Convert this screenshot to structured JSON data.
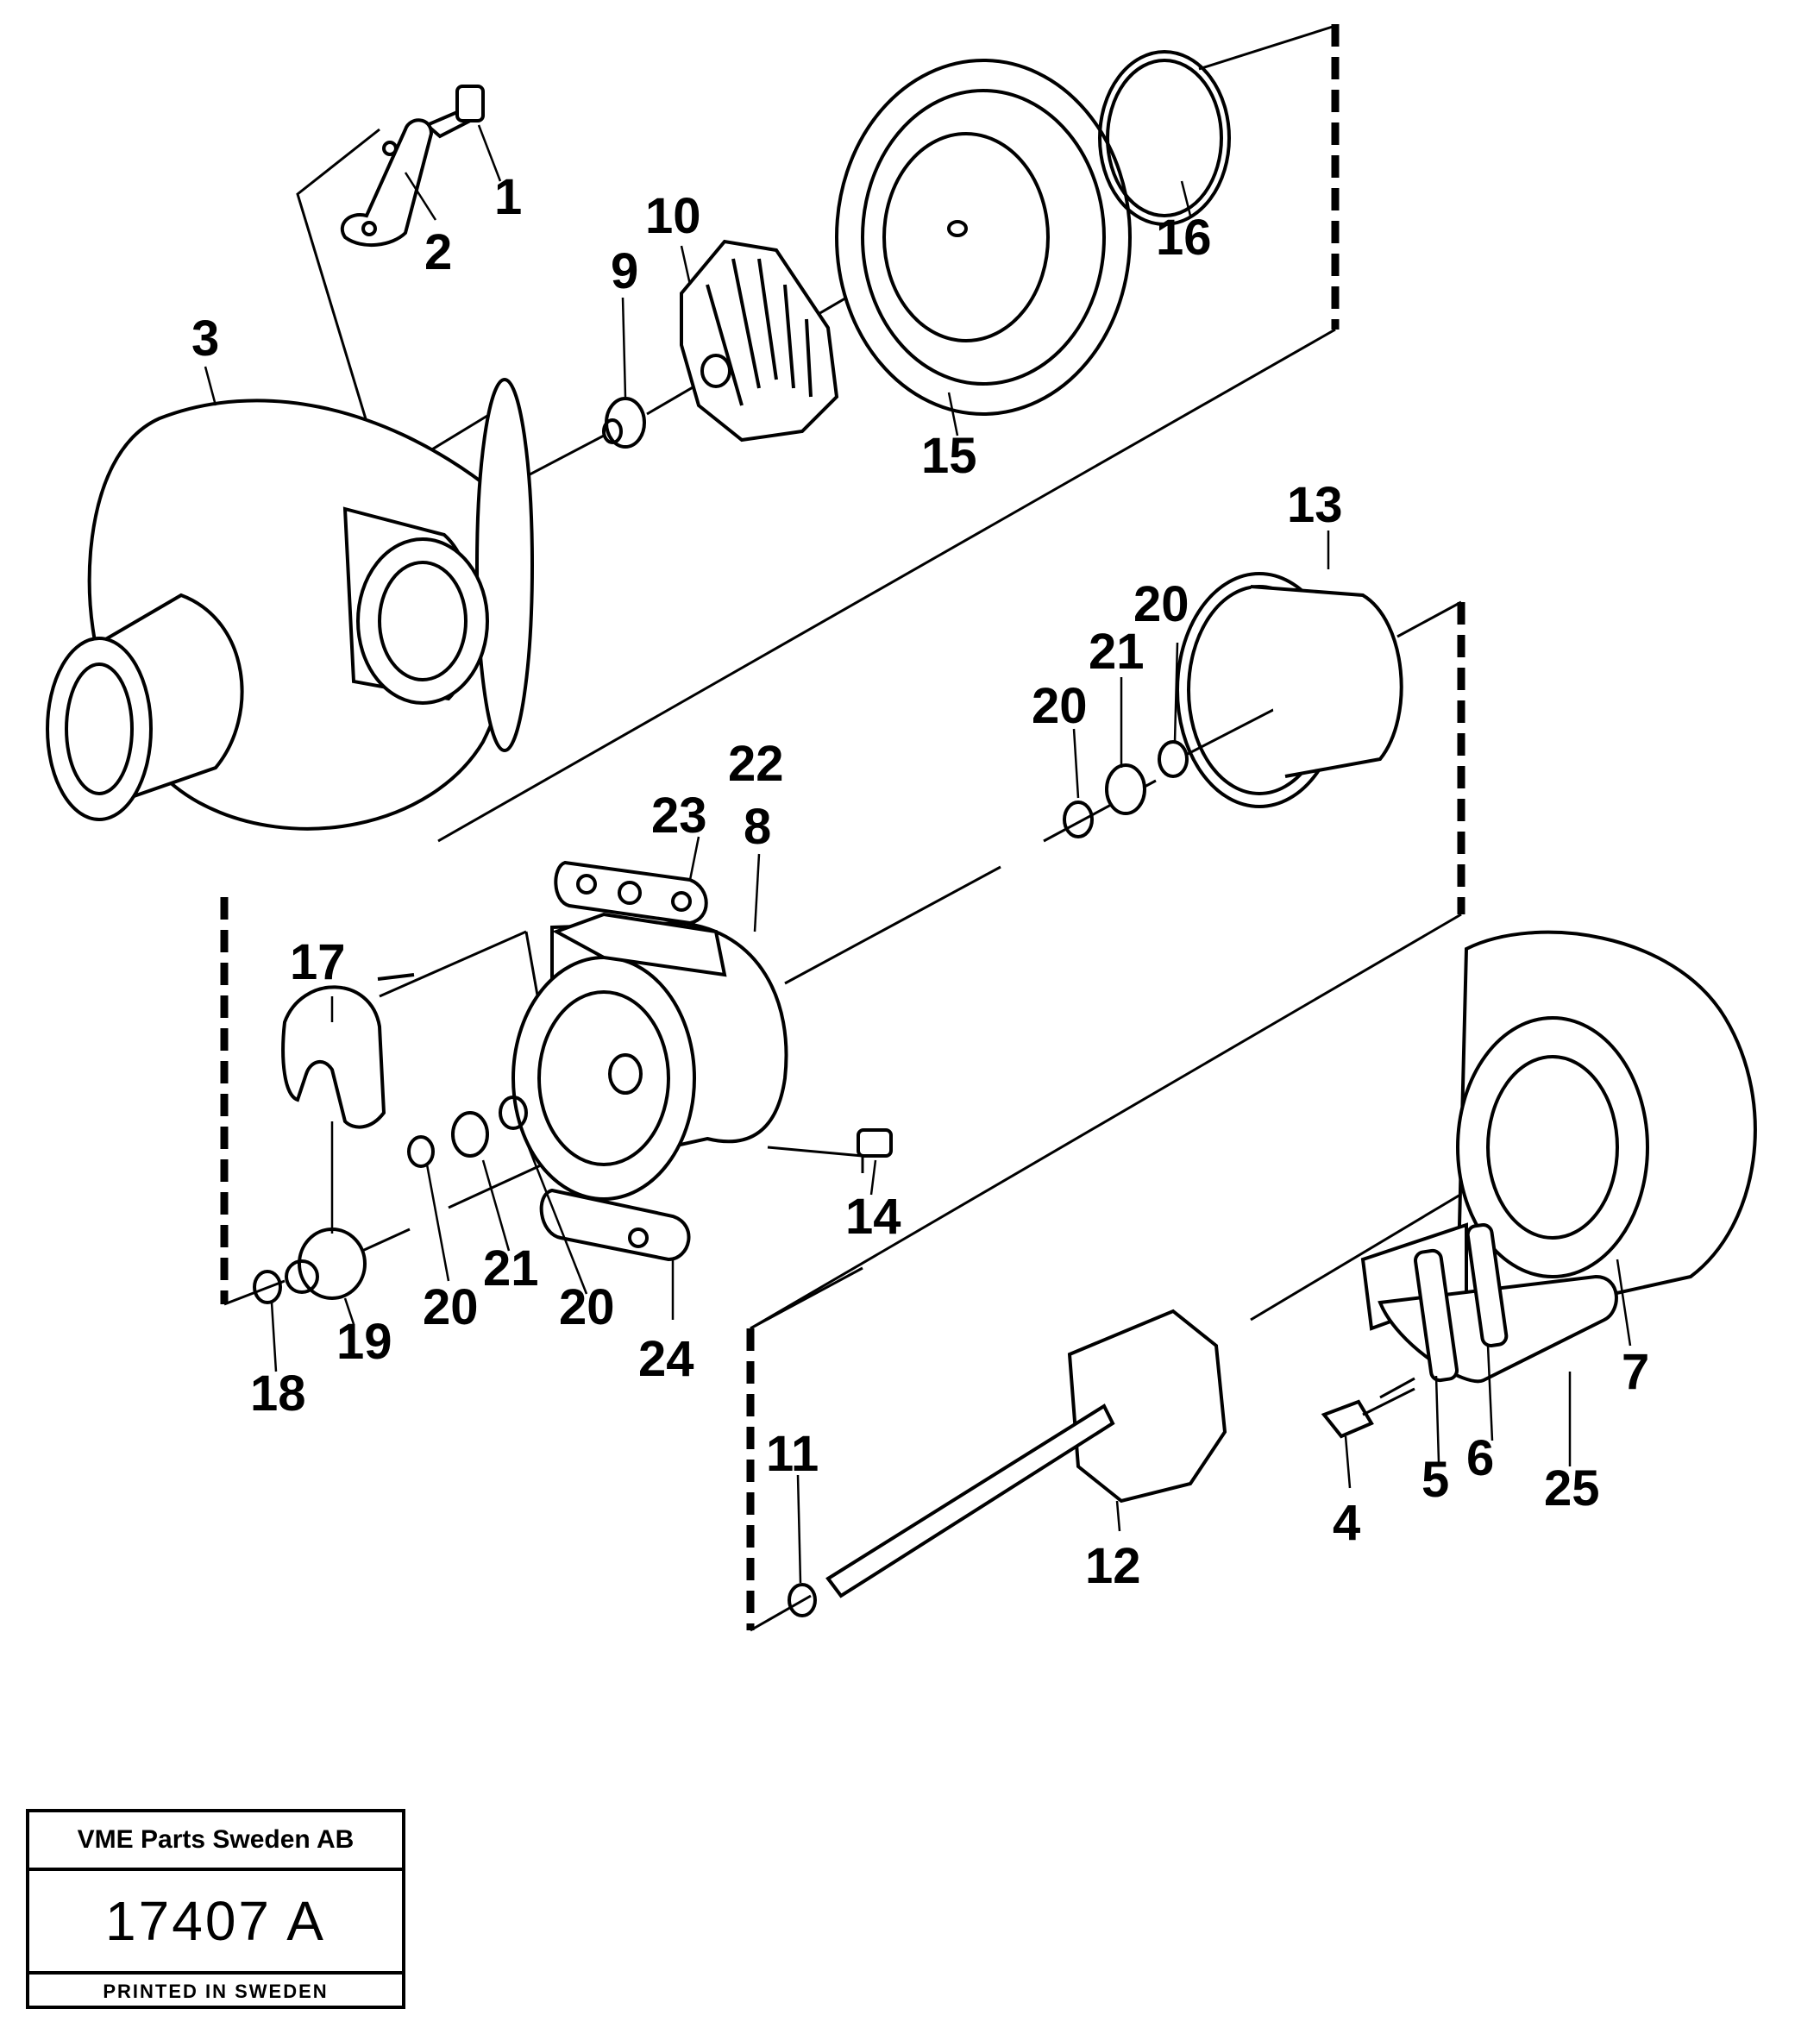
{
  "diagram": {
    "callouts": {
      "c1": "1",
      "c2": "2",
      "c3": "3",
      "c4": "4",
      "c5": "5",
      "c6": "6",
      "c7": "7",
      "c8": "8",
      "c9": "9",
      "c10": "10",
      "c11": "11",
      "c12": "12",
      "c13": "13",
      "c14": "14",
      "c15": "15",
      "c16": "16",
      "c17": "17",
      "c18": "18",
      "c19": "19",
      "c20a": "20",
      "c20b": "20",
      "c20c": "20",
      "c20d": "20",
      "c21a": "21",
      "c21b": "21",
      "c22": "22",
      "c23": "23",
      "c24": "24",
      "c25": "25"
    }
  },
  "title_block": {
    "company": "VME Parts Sweden AB",
    "drawing_number": "17407 A",
    "printed": "PRINTED IN SWEDEN"
  }
}
